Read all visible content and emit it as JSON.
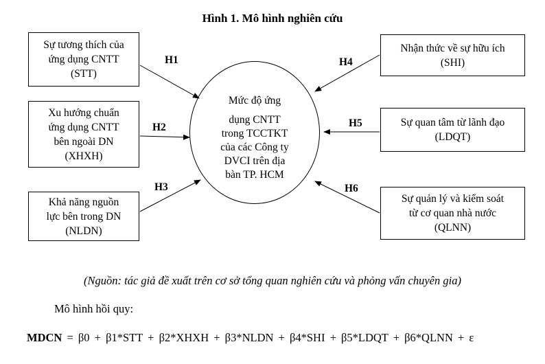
{
  "figure": {
    "title": "Hình 1. Mô hình nghiên cứu",
    "center": {
      "line1": "Mức độ ứng",
      "line2": "dụng CNTT\ntrong TCCTKT\ncủa các Công ty\nDVCI trên địa\nbàn TP. HCM"
    },
    "left_boxes": [
      {
        "text": "Sự tương thích của\nứng dụng CNTT\n(STT)"
      },
      {
        "text": "Xu hướng chuẩn\nứng dụng CNTT\nbên ngoài DN\n(XHXH)"
      },
      {
        "text": "Khả năng nguồn\nlực bên trong DN\n(NLDN)"
      }
    ],
    "right_boxes": [
      {
        "text": "Nhận thức về sự hữu ích\n(SHI)"
      },
      {
        "text": "Sự quan tâm từ lãnh đạo\n(LDQT)"
      },
      {
        "text": "Sự quản lý và kiểm soát\ntừ cơ quan nhà nước\n(QLNN)"
      }
    ],
    "hypotheses": [
      "H1",
      "H2",
      "H3",
      "H4",
      "H5",
      "H6"
    ]
  },
  "source_note": "(Nguồn: tác giả đề xuất trên cơ sở tổng quan nghiên cứu và phỏng vấn chuyên gia)",
  "regression": {
    "label": "Mô hình hồi quy:",
    "lhs": "MDCN",
    "rhs": " = β0 + β1*STT + β2*XHXH + β3*NLDN + β4*SHI + β5*LDQT + β6*QLNN + ε"
  }
}
